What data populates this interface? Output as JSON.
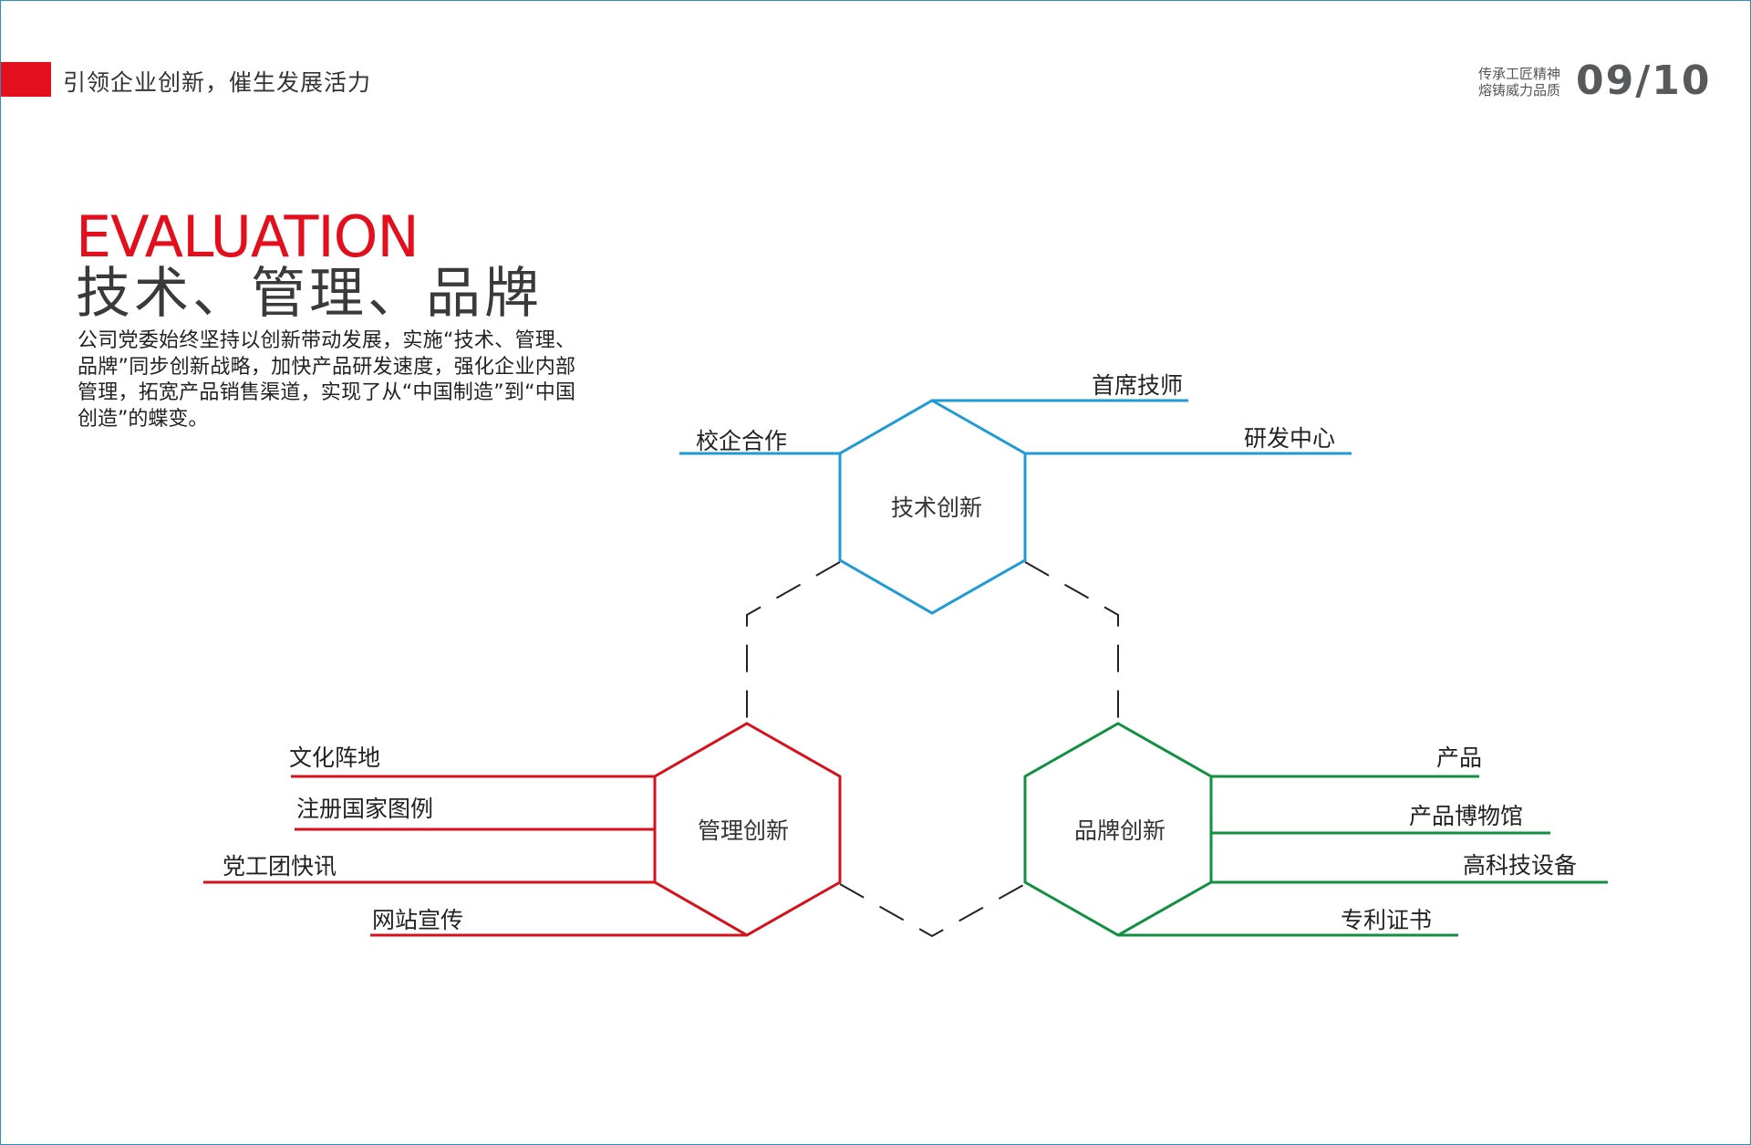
{
  "header": {
    "title": "引领企业创新，催生发展活力",
    "tagline_line1": "传承工匠精神",
    "tagline_line2": "熔铸威力品质",
    "page_number": "09/10"
  },
  "intro": {
    "title_en": "EVALUATION",
    "title_cn": "技术、管理、品牌",
    "description": "公司党委始终坚持以创新带动发展，实施“技术、管理、品牌”同步创新战略，加快产品研发速度，强化企业内部管理，拓宽产品销售渠道，实现了从“中国制造”到“中国创造”的蝶变。"
  },
  "colors": {
    "accent_red": "#e30f1c",
    "tech_blue": "#1f9ad6",
    "mgmt_red": "#d7111c",
    "brand_green": "#109040",
    "connector": "#222222"
  },
  "diagram": {
    "tech": {
      "label": "技术创新",
      "branches": [
        "首席技师",
        "校企合作",
        "研发中心"
      ]
    },
    "management": {
      "label": "管理创新",
      "branches": [
        "文化阵地",
        "注册国家图例",
        "党工团快讯",
        "网站宣传"
      ]
    },
    "brand": {
      "label": "品牌创新",
      "branches": [
        "产品",
        "产品博物馆",
        "高科技设备",
        "专利证书"
      ]
    }
  }
}
